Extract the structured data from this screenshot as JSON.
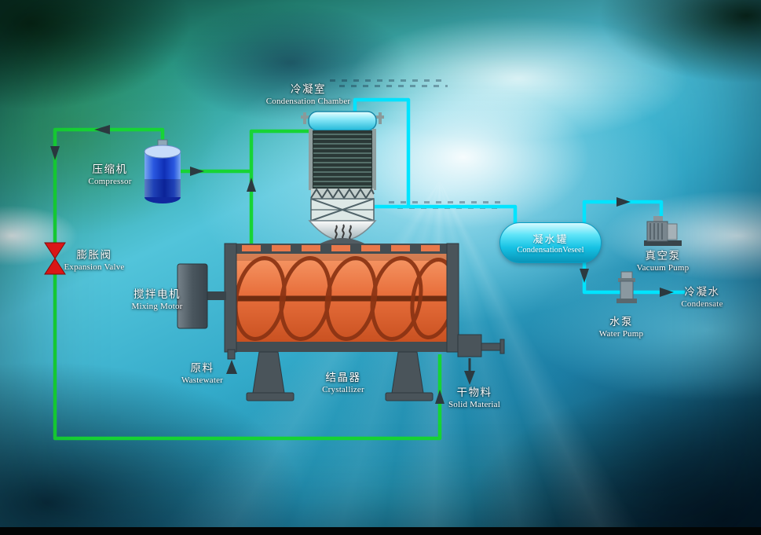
{
  "labels": {
    "condensation_chamber": {
      "zh": "冷凝室",
      "en": "Condensation Chamber"
    },
    "compressor": {
      "zh": "压缩机",
      "en": "Compressor"
    },
    "expansion_valve": {
      "zh": "膨胀阀",
      "en": "Expansion Valve"
    },
    "mixing_motor": {
      "zh": "搅拌电机",
      "en": "Mixing Motor"
    },
    "wastewater": {
      "zh": "原料",
      "en": "Wastewater"
    },
    "crystallizer": {
      "zh": "结晶器",
      "en": "Crystallizer"
    },
    "solid_material": {
      "zh": "干物料",
      "en": "Solid Material"
    },
    "condensation_vessel": {
      "zh": "凝水罐",
      "en": "CondensationVeseel"
    },
    "vacuum_pump": {
      "zh": "真空泵",
      "en": "Vacuum Pump"
    },
    "water_pump": {
      "zh": "水泵",
      "en": "Water Pump"
    },
    "condensate": {
      "zh": "冷凝水",
      "en": "Condensate"
    }
  },
  "colors": {
    "pipe_green": "#17d435",
    "pipe_cyan": "#00e4ff",
    "arrow_dark": "#2c3a40",
    "crystallizer_orange": "#e8784a",
    "compressor_blue": "#2050e0",
    "vessel_cyan": "#2ed2ee",
    "valve_red": "#e81818",
    "machine_gray": "#4a545a"
  }
}
